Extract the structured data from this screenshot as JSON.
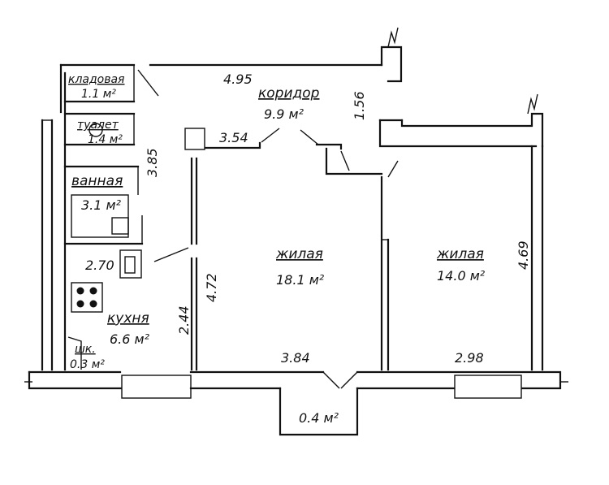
{
  "rooms": {
    "storage": {
      "name": "кладовая",
      "area": "1.1 м²"
    },
    "corridor": {
      "name": "коридор",
      "area": "9.9 м²"
    },
    "toilet": {
      "name": "туалет",
      "area": "1.4 м²"
    },
    "bathroom": {
      "name": "ванная",
      "area": "3.1 м²"
    },
    "kitchen": {
      "name": "кухня",
      "area": "6.6 м²"
    },
    "closet": {
      "name": "шк.",
      "area": "0.3 м²"
    },
    "living1": {
      "name": "жилая",
      "area": "18.1 м²"
    },
    "living2": {
      "name": "жилая",
      "area": "14.0 м²"
    },
    "balcony": {
      "area": "0.4 м²"
    }
  },
  "dimensions": {
    "corridor_length": "4.95",
    "corridor_depth": "1.56",
    "corridor_segment": "3.54",
    "toilet_bath_depth": "3.85",
    "kitchen_width": "2.70",
    "kitchen_depth": "2.44",
    "living1_depth": "4.72",
    "living1_width": "3.84",
    "living2_width": "2.98",
    "living2_depth": "4.69"
  }
}
